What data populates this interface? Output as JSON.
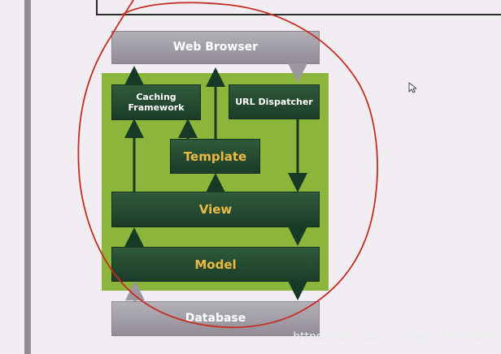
{
  "diagram": {
    "web_browser": "Web Browser",
    "caching_framework": "Caching\nFramework",
    "url_dispatcher": "URL Dispatcher",
    "template": "Template",
    "view": "View",
    "model": "Model",
    "database": "Database"
  },
  "watermark": {
    "text": "https://blog.csdn.net/qq_42227818"
  },
  "colors": {
    "panel_green": "#8cb63b",
    "box_dark_green": "#244b31",
    "gold_text": "#ebbb45",
    "annotation_red": "#c62d21",
    "gray_box": "#a39ea8"
  },
  "icons": {
    "cursor": "mouse-pointer-icon"
  }
}
